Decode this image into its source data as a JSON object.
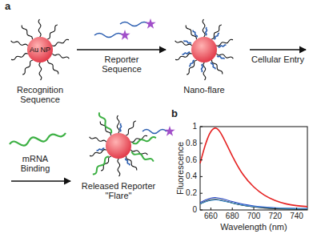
{
  "diagram": {
    "nodes": [
      {
        "text": [
          "Au NP",
          "Recognition Sequence"
        ]
      },
      {
        "text": [
          "Nano-flare"
        ]
      },
      {
        "text": [
          "Released Reporter \"Flare\""
        ]
      }
    ],
    "edges": [
      {
        "from": 0,
        "to": 1,
        "arrow": "to",
        "label": "Reporter Sequence"
      }
    ],
    "labels": [
      "a",
      "Cellular Entry",
      "mRNA Binding",
      "b",
      "Fluorescence",
      "0",
      "0.2",
      "0.4",
      "0.6",
      "0.8",
      "1",
      "660",
      "680",
      "700",
      "720",
      "740",
      "Wavelength (nm)"
    ]
  }
}
